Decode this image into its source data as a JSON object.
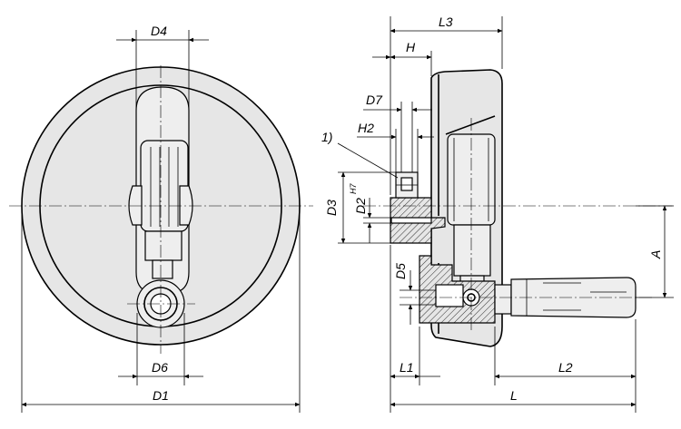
{
  "labels": {
    "d4": "D4",
    "d6": "D6",
    "d1": "D1",
    "l3": "L3",
    "h": "H",
    "d7": "D7",
    "h2": "H2",
    "note": "1)",
    "d3": "D3",
    "d2": "D2",
    "d2_fit": "H7",
    "d5": "D5",
    "a": "A",
    "l1": "L1",
    "l2": "L2",
    "l": "L"
  }
}
